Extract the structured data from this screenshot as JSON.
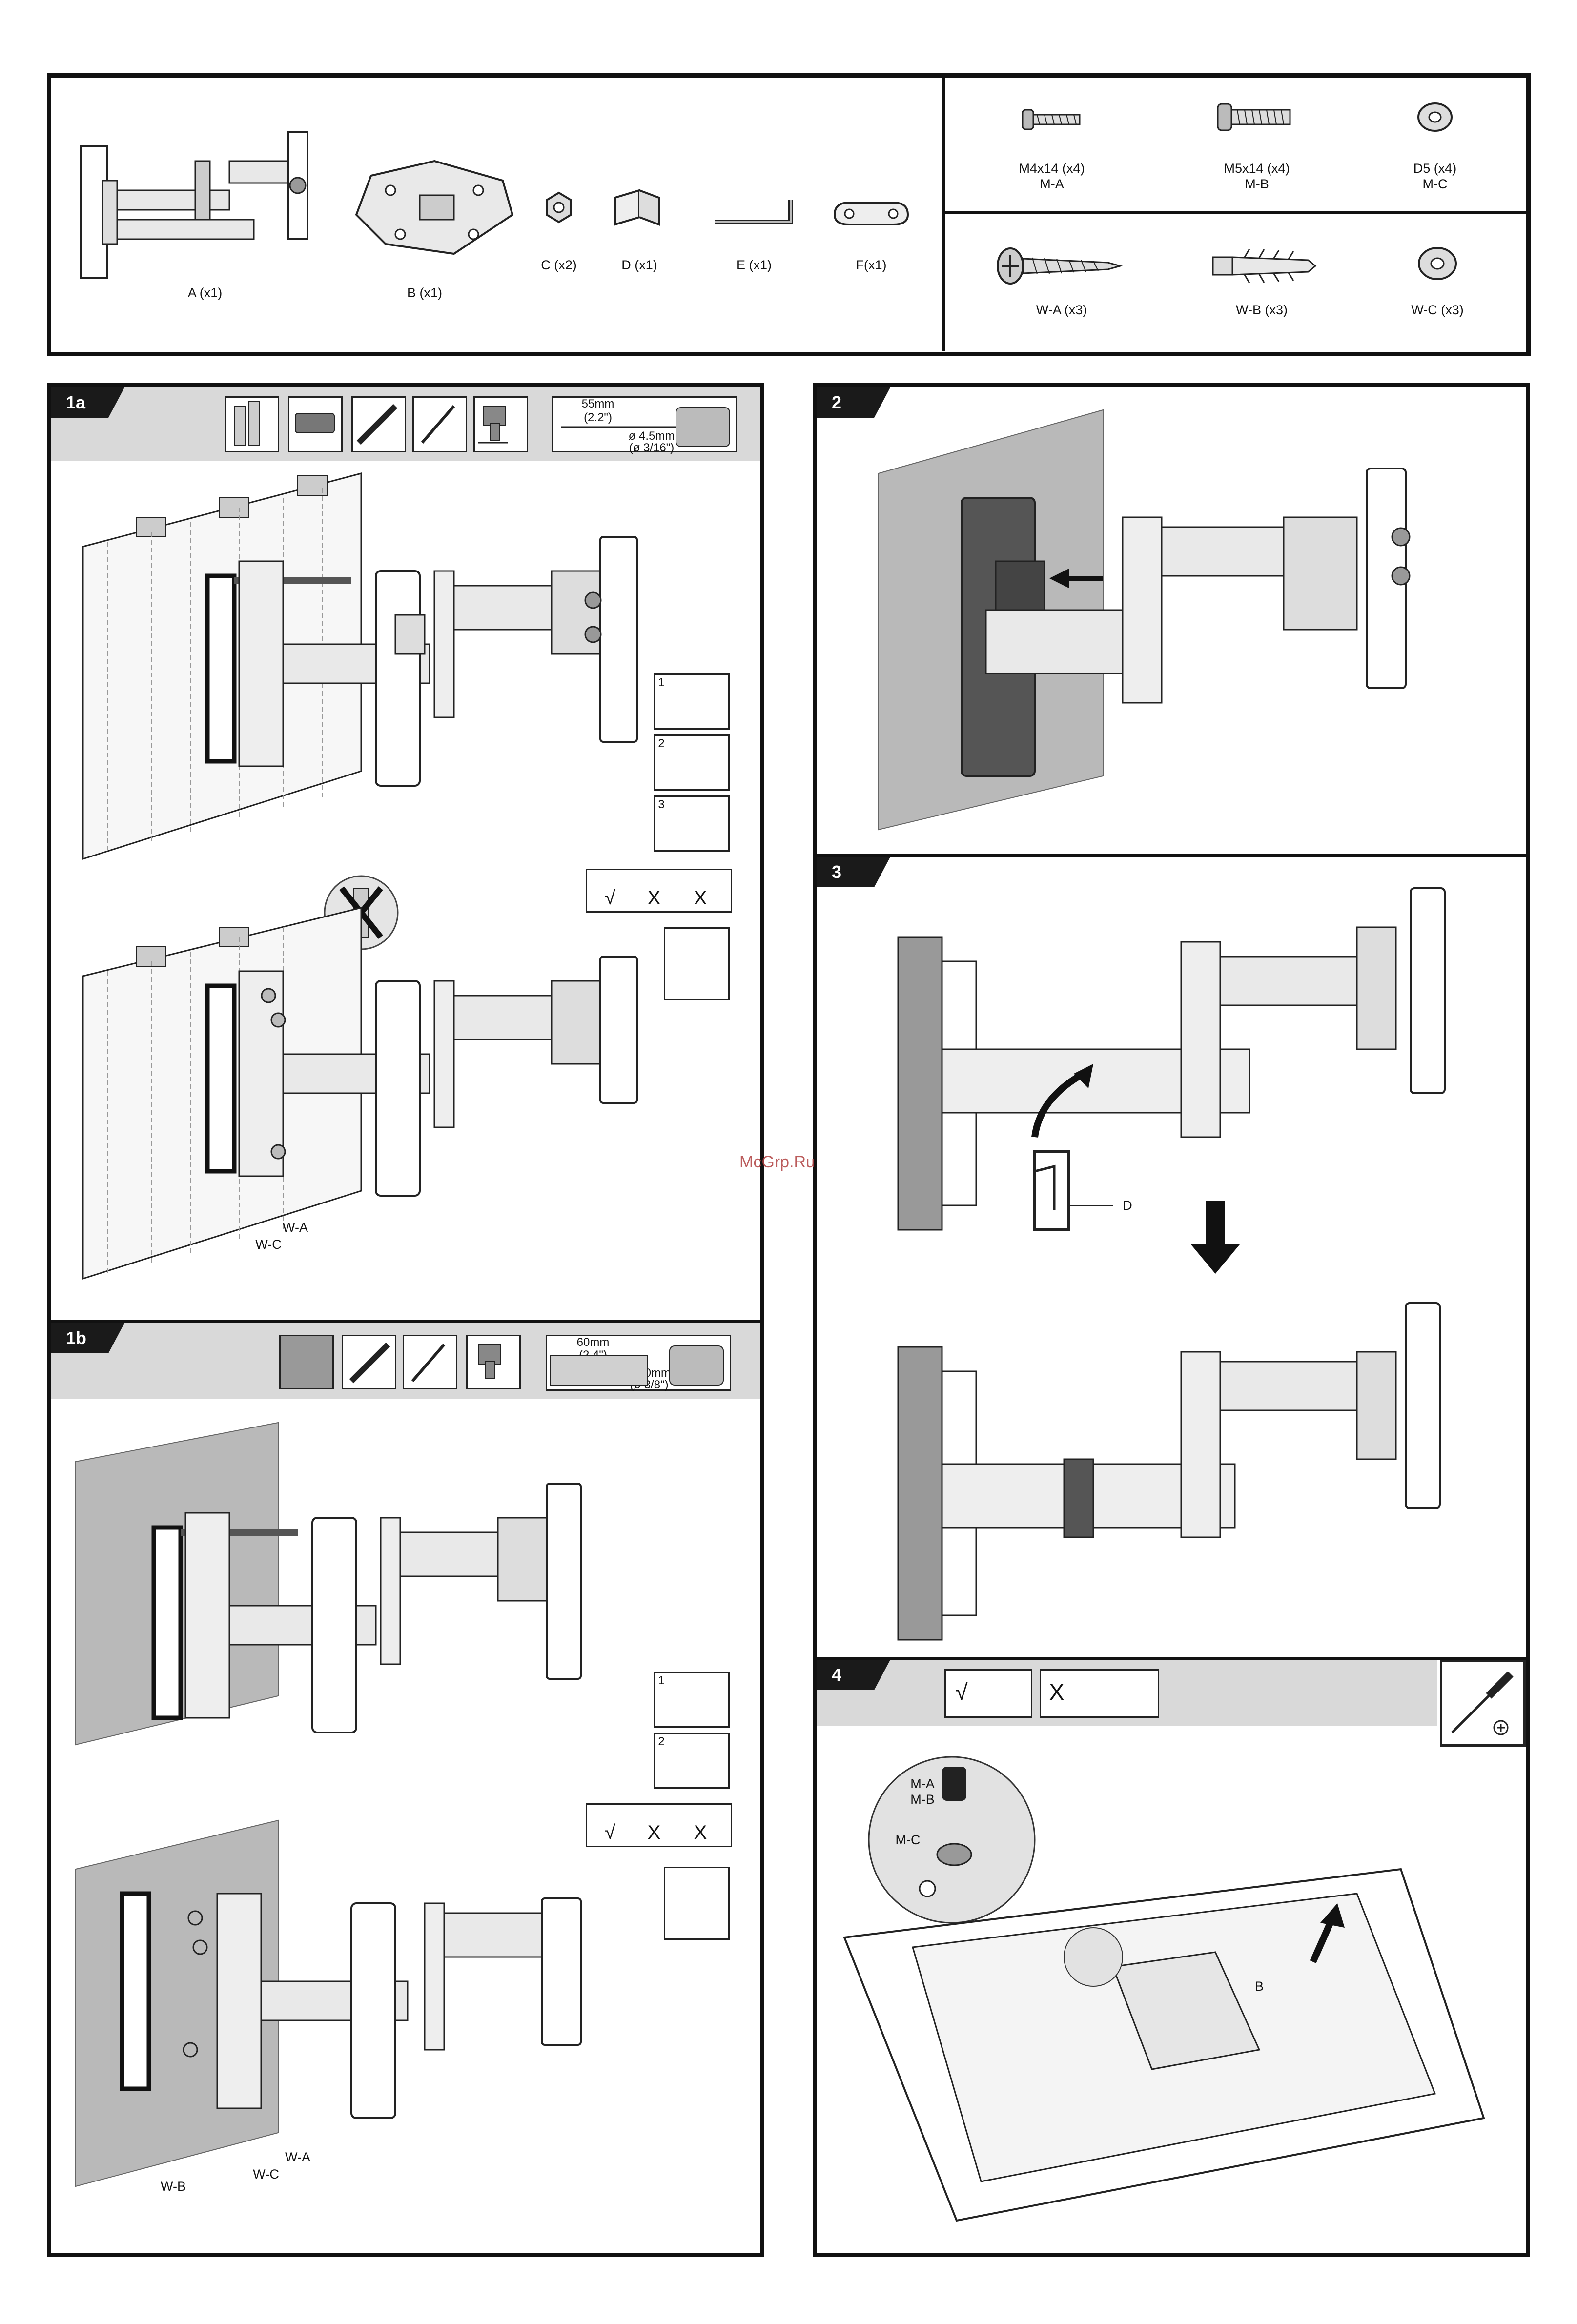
{
  "parts": {
    "A": "A (x1)",
    "B": "B (x1)",
    "C": "C (x2)",
    "D": "D (x1)",
    "E": "E (x1)",
    "F": "F(x1)"
  },
  "hardware": {
    "ma_size": "M4x14 (x4)",
    "ma_code": "M-A",
    "mb_size": "M5x14 (x4)",
    "mb_code": "M-B",
    "mc_size": "D5 (x4)",
    "mc_code": "M-C",
    "wa": "W-A (x3)",
    "wb": "W-B (x3)",
    "wc": "W-C (x3)"
  },
  "steps": {
    "s1a": "1a",
    "s1b": "1b",
    "s2": "2",
    "s3": "3",
    "s4": "4"
  },
  "drill_1a": {
    "depth": "55mm",
    "depth_in": "(2.2\")",
    "dia": "ø 4.5mm",
    "dia_in": "(ø 3/16\")"
  },
  "drill_1b": {
    "depth": "60mm",
    "depth_in": "(2.4\")",
    "dia": "ø 10mm",
    "dia_in": "(ø 3/8\")"
  },
  "substeps": {
    "n1": "1",
    "n2": "2",
    "n3": "3"
  },
  "marks": {
    "check": "√",
    "cross": "X"
  },
  "callouts": {
    "wa": "W-A",
    "wb": "W-B",
    "wc": "W-C",
    "d": "D",
    "ma": "M-A",
    "mb": "M-B",
    "mc": "M-C",
    "b": "B"
  },
  "watermark": "McGrp.Ru"
}
